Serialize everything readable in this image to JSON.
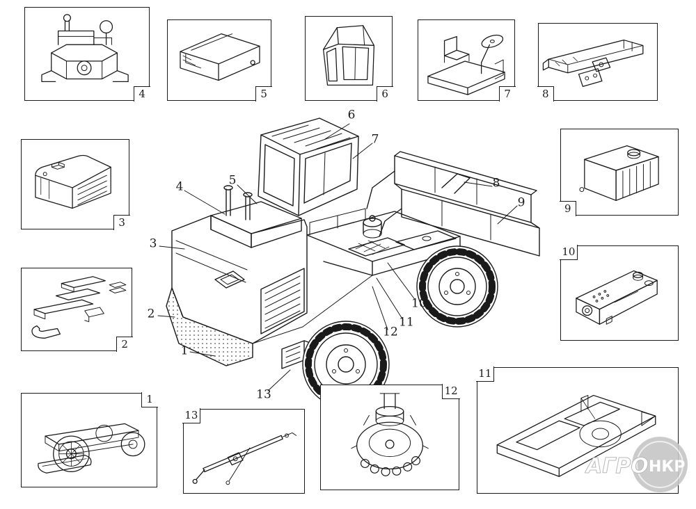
{
  "diagram": {
    "kind": "exploded-parts-diagram",
    "subject": "wheeled-dozer-tractor",
    "line_color": "#1a1a1a",
    "background": "#ffffff"
  },
  "watermark": {
    "text": "АГРО",
    "badge": "НКР",
    "color": "#c3c3c3"
  },
  "callouts": [
    {
      "number": "1"
    },
    {
      "number": "2"
    },
    {
      "number": "3"
    },
    {
      "number": "4"
    },
    {
      "number": "5"
    },
    {
      "number": "6"
    },
    {
      "number": "7"
    },
    {
      "number": "8"
    },
    {
      "number": "9"
    },
    {
      "number": "10"
    },
    {
      "number": "11"
    },
    {
      "number": "12"
    },
    {
      "number": "13"
    }
  ],
  "part_boxes": [
    {
      "number": "1",
      "part": "wheel-carriage-assembly"
    },
    {
      "number": "2",
      "part": "mounting-plates-and-brackets"
    },
    {
      "number": "3",
      "part": "louvered-engine-cover"
    },
    {
      "number": "4",
      "part": "engine"
    },
    {
      "number": "5",
      "part": "hood-panel"
    },
    {
      "number": "6",
      "part": "operator-cab"
    },
    {
      "number": "7",
      "part": "seat-and-steering-unit"
    },
    {
      "number": "8",
      "part": "side-frame-beam"
    },
    {
      "number": "9",
      "part": "fuel-tank"
    },
    {
      "number": "10",
      "part": "battery-box"
    },
    {
      "number": "11",
      "part": "chassis-frame"
    },
    {
      "number": "12",
      "part": "wheel-hub-gear"
    },
    {
      "number": "13",
      "part": "control-linkage"
    }
  ]
}
